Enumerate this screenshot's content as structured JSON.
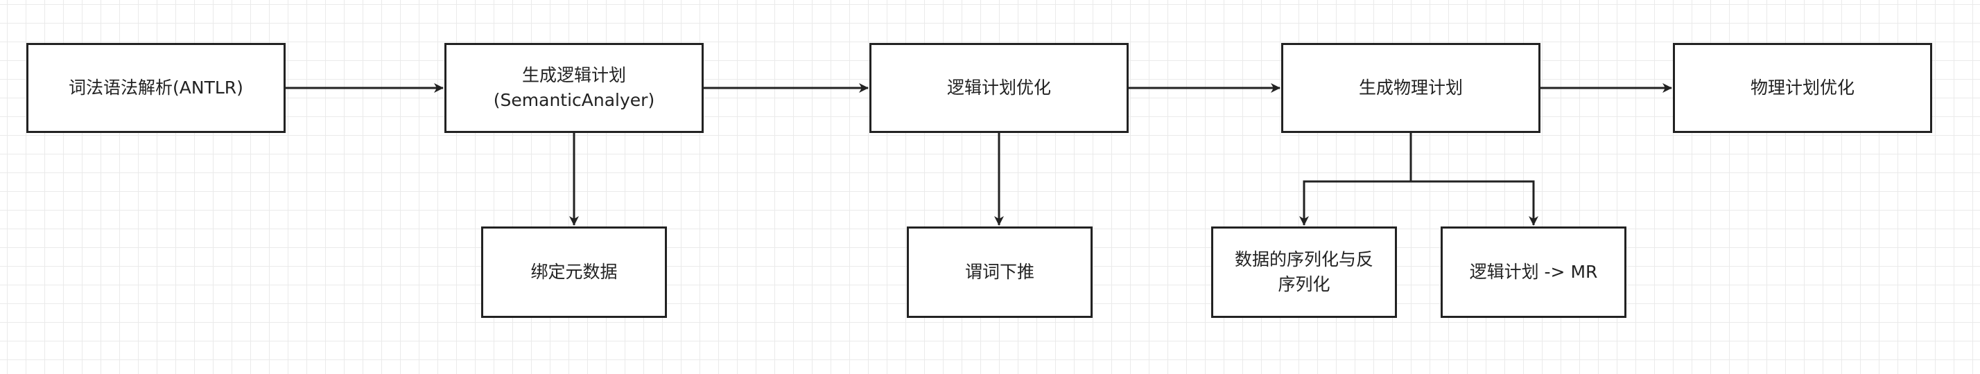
{
  "diagram": {
    "nodes": {
      "lexer": "词法语法解析(ANTLR)",
      "semantic": "生成逻辑计划\n(SemanticAnalyer)",
      "logical_opt": "逻辑计划优化",
      "physical_gen": "生成物理计划",
      "physical_opt": "物理计划优化",
      "bind_metadata": "绑定元数据",
      "predicate_pushdown": "谓词下推",
      "serde": "数据的序列化与反\n序列化",
      "logical_to_mr": "逻辑计划 -> MR"
    },
    "edges": [
      {
        "from": "lexer",
        "to": "semantic"
      },
      {
        "from": "semantic",
        "to": "logical_opt"
      },
      {
        "from": "logical_opt",
        "to": "physical_gen"
      },
      {
        "from": "physical_gen",
        "to": "physical_opt"
      },
      {
        "from": "semantic",
        "to": "bind_metadata"
      },
      {
        "from": "logical_opt",
        "to": "predicate_pushdown"
      },
      {
        "from": "physical_gen",
        "to": "serde"
      },
      {
        "from": "physical_gen",
        "to": "logical_to_mr"
      }
    ]
  },
  "colors": {
    "stroke": "#222222",
    "grid": "#eaeaea",
    "background": "#ffffff"
  }
}
